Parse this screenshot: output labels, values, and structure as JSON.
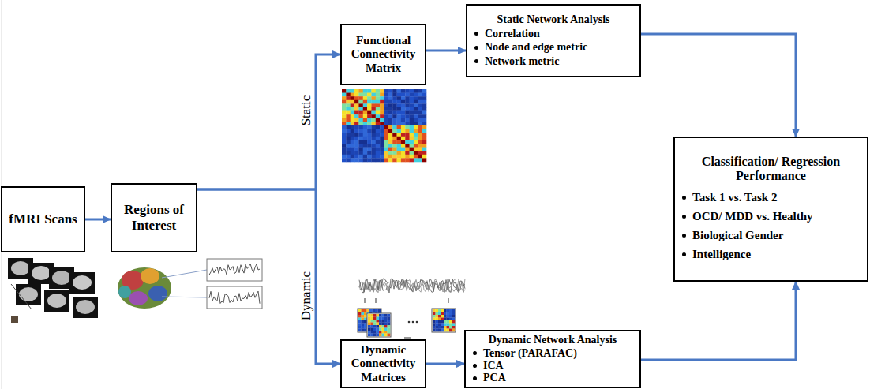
{
  "diagram": {
    "nodes": [
      {
        "text": [
          "fMRI Scans"
        ]
      },
      {
        "text": [
          "Regions of Interest"
        ]
      },
      {
        "text": [
          "Functional Connectivity Matrix"
        ]
      },
      {
        "text": [
          "Static Network Analysis",
          "Correlation",
          "Node and edge metric",
          "Network metric"
        ]
      },
      {
        "text": [
          "Dynamic Connectivity Matrices"
        ]
      },
      {
        "text": [
          "Dynamic Network Analysis",
          "Tensor (PARAFAC)",
          "ICA",
          "PCA"
        ]
      },
      {
        "text": [
          "Classification/ Regression Performance",
          "Task 1 vs. Task 2",
          "OCD/ MDD vs. Healthy",
          "Biological Gender",
          "Intelligence"
        ]
      }
    ],
    "edges": [
      {
        "from": 0,
        "to": 1,
        "arrow": "to"
      },
      {
        "from": 1,
        "to": 2,
        "arrow": "to"
      },
      {
        "from": 1,
        "to": 4,
        "arrow": "to"
      },
      {
        "from": 2,
        "to": 3,
        "arrow": "to"
      },
      {
        "from": 4,
        "to": 5,
        "arrow": "to"
      },
      {
        "from": 3,
        "to": 6,
        "arrow": "to"
      },
      {
        "from": 5,
        "to": 6,
        "arrow": "to"
      }
    ],
    "labels": [
      "Static",
      "Dynamic"
    ]
  }
}
